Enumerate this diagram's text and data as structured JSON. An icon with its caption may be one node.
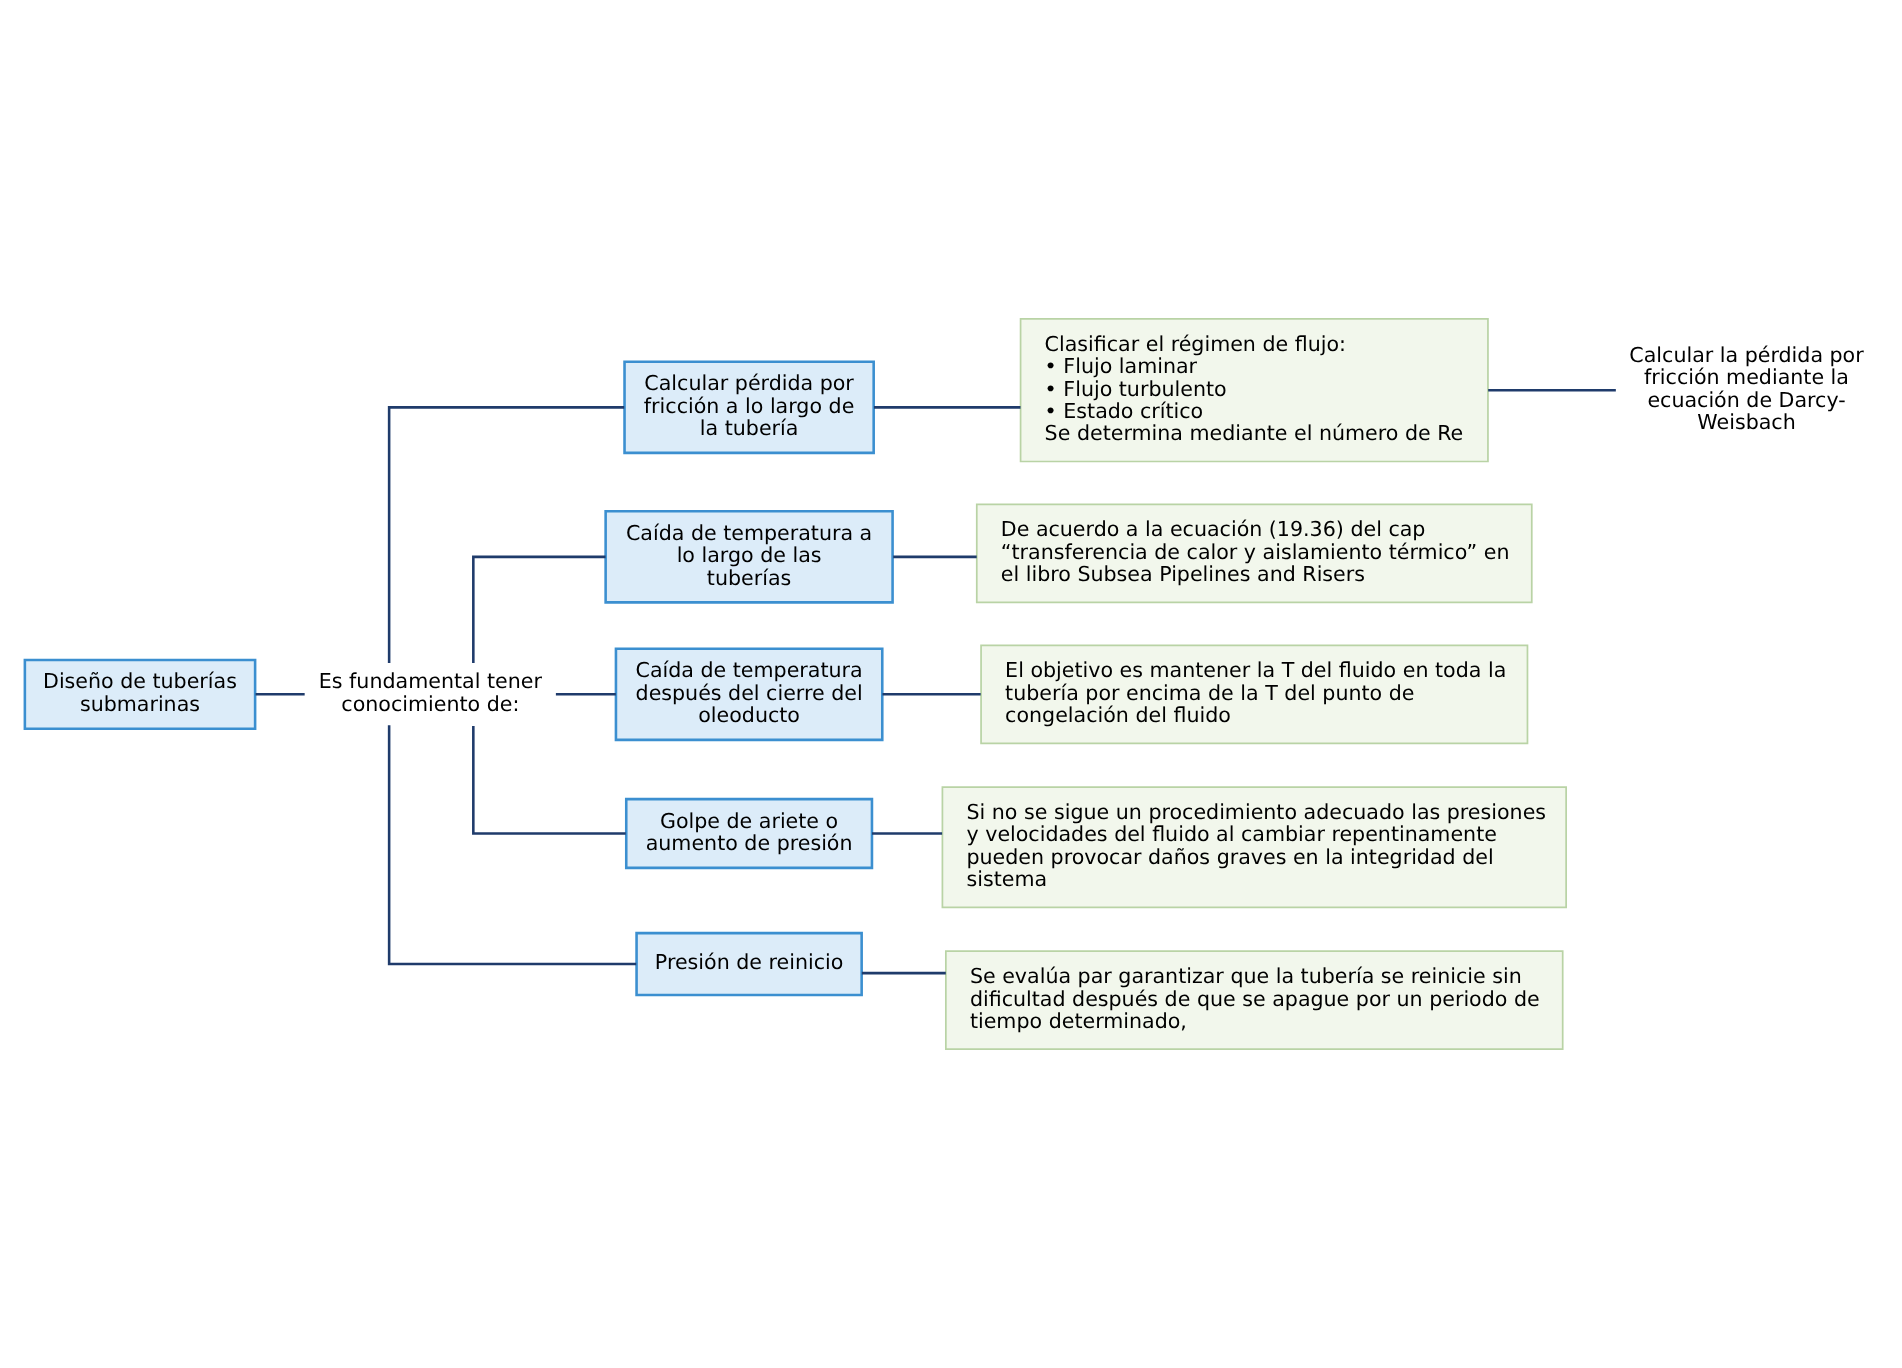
{
  "diagram": {
    "nodes": [
      {
        "text": [
          "Diseño de tuberías submarinas"
        ]
      },
      {
        "text": [
          "Es fundamental tener conocimiento de:"
        ]
      },
      {
        "text": [
          "Calcular pérdida por fricción a lo largo de la tubería"
        ]
      },
      {
        "text": [
          "Clasificar el régimen de flujo:",
          "• Flujo laminar",
          "• Flujo turbulento",
          "• Estado crítico",
          "Se determina mediante el número de Re"
        ]
      },
      {
        "text": [
          "Calcular la pérdida por fricción mediante la ecuación de Darcy-Weisbach"
        ]
      },
      {
        "text": [
          "Caída de temperatura a lo largo de las tuberías"
        ]
      },
      {
        "text": [
          "De acuerdo a la ecuación (19.36) del cap “transferencia de calor y aislamiento térmico” en el libro Subsea Pipelines and Risers"
        ]
      },
      {
        "text": [
          "Caída de temperatura después del cierre del oleoducto"
        ]
      },
      {
        "text": [
          "El objetivo es mantener la T del fluido en toda la tubería por encima de la T del punto de congelación del fluido"
        ]
      },
      {
        "text": [
          "Golpe de ariete o aumento de presión"
        ]
      },
      {
        "text": [
          "Si no se sigue un procedimiento adecuado las presiones y velocidades del fluido al cambiar repentinamente pueden provocar daños graves en la integridad del sistema"
        ]
      },
      {
        "text": [
          "Presión de reinicio"
        ]
      },
      {
        "text": [
          "Se evalúa par garantizar que la tubería se reinicie sin dificultad después de que se apague por un periodo de tiempo determinado,"
        ]
      }
    ],
    "edges": [
      {
        "from": 0,
        "to": 1,
        "arrow": "none"
      },
      {
        "from": 1,
        "to": 2,
        "arrow": "none"
      },
      {
        "from": 1,
        "to": 5,
        "arrow": "none"
      },
      {
        "from": 1,
        "to": 7,
        "arrow": "none"
      },
      {
        "from": 1,
        "to": 9,
        "arrow": "none"
      },
      {
        "from": 1,
        "to": 11,
        "arrow": "none"
      },
      {
        "from": 2,
        "to": 3,
        "arrow": "none"
      },
      {
        "from": 3,
        "to": 4,
        "arrow": "none"
      },
      {
        "from": 5,
        "to": 6,
        "arrow": "none"
      },
      {
        "from": 7,
        "to": 8,
        "arrow": "none"
      },
      {
        "from": 9,
        "to": 10,
        "arrow": "none"
      },
      {
        "from": 11,
        "to": 12,
        "arrow": "none"
      }
    ]
  }
}
